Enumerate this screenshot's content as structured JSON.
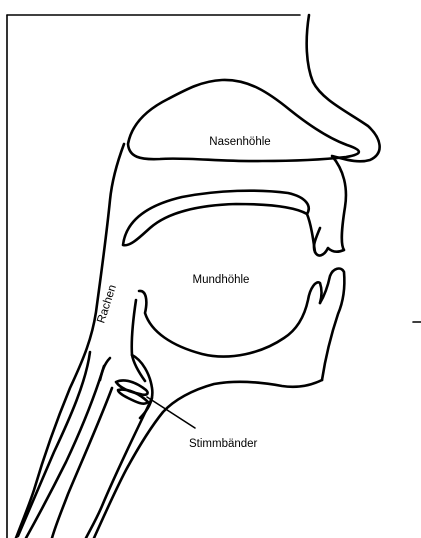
{
  "labels": {
    "nasal_cavity": "Nasenhöhle",
    "oral_cavity": "Mundhöhle",
    "pharynx": "Rachen",
    "vocal_cords": "Stimmbänder"
  },
  "colors": {
    "line": "#000000",
    "background": "#ffffff"
  }
}
